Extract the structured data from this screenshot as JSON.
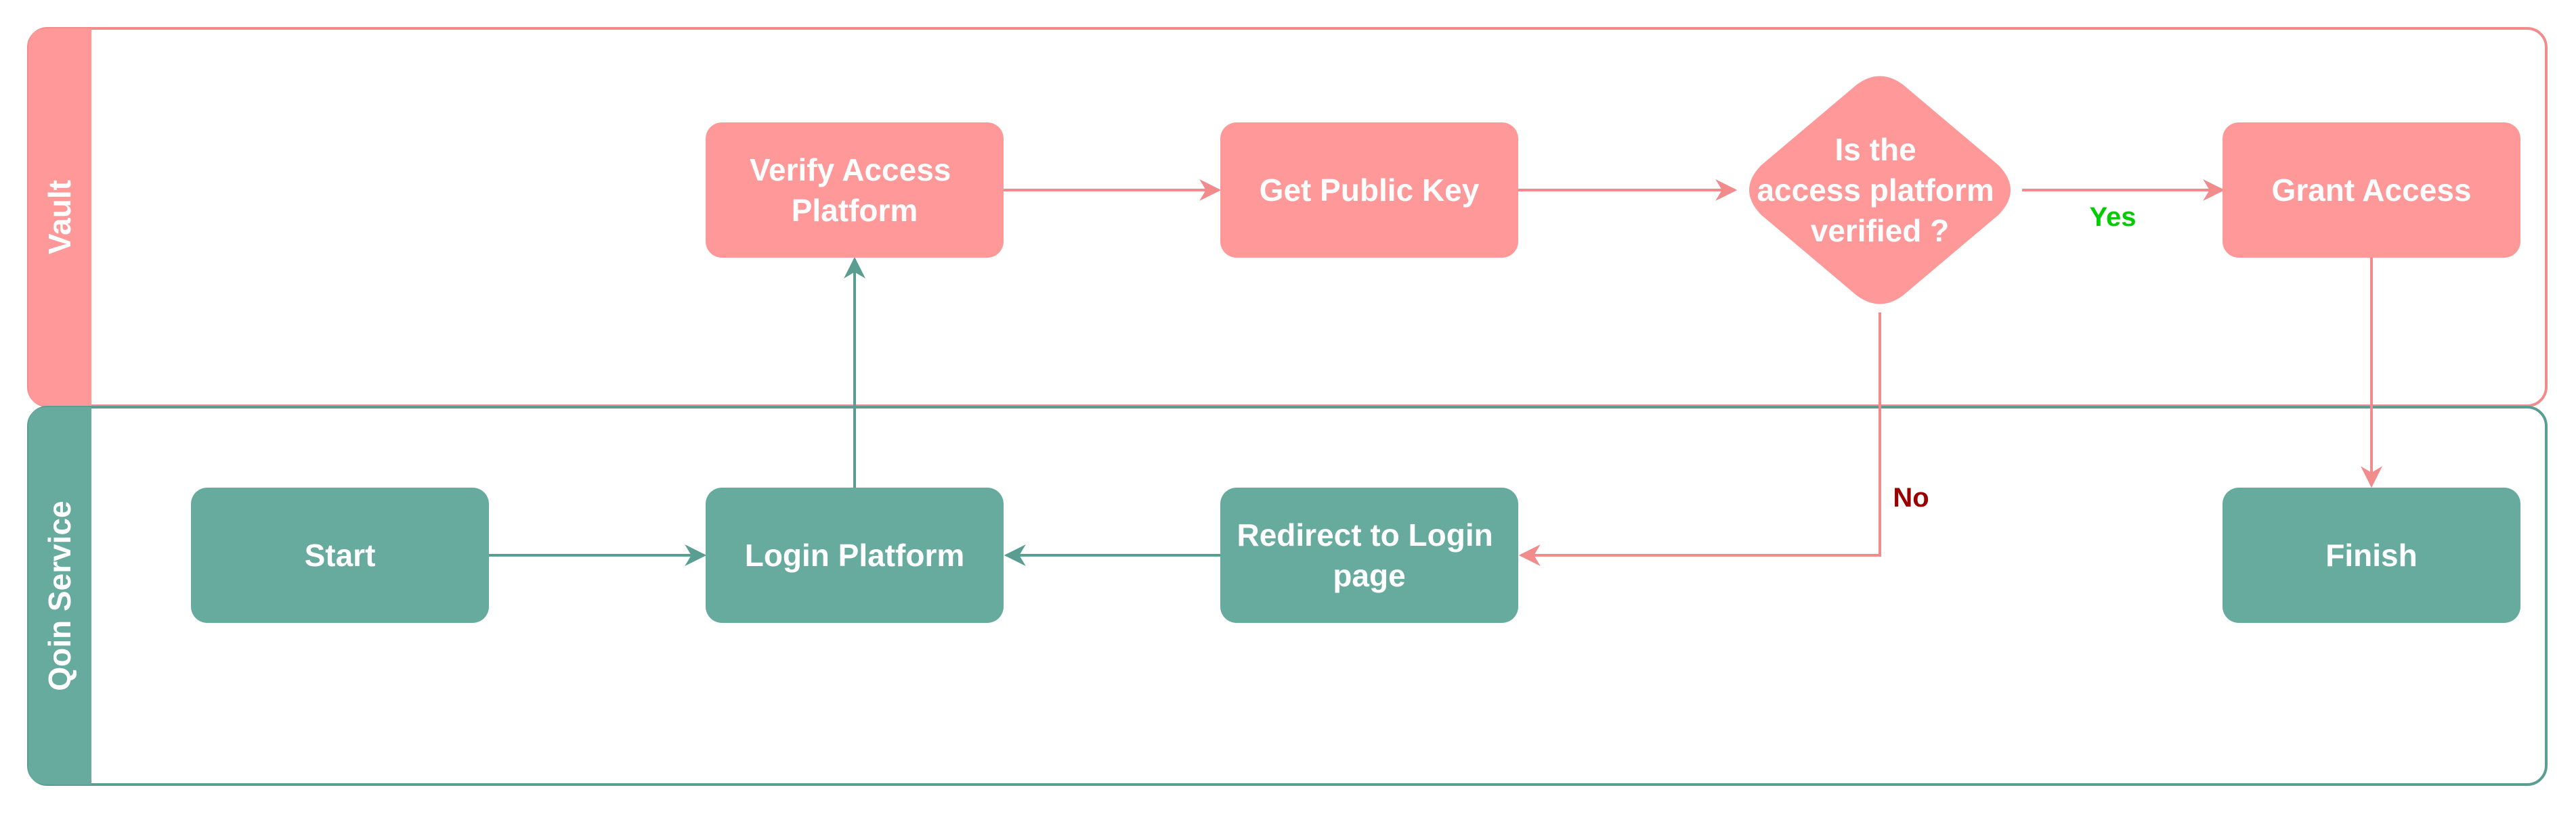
{
  "colors": {
    "vault_fill": "#ff9999",
    "vault_stroke": "#f28b8b",
    "qoin_fill": "#67ab9f",
    "qoin_stroke": "#5a9e91",
    "yes_label": "#00cc00",
    "no_label": "#990000"
  },
  "lanes": {
    "vault": {
      "label": "Vault"
    },
    "qoin": {
      "label": "Qoin Service"
    }
  },
  "nodes": {
    "verify": {
      "lines": [
        "Verify Access",
        "Platform"
      ]
    },
    "get_key": {
      "lines": [
        "Get Public Key"
      ]
    },
    "decision": {
      "lines": [
        "Is the",
        "access platform",
        "verified ?"
      ]
    },
    "grant": {
      "lines": [
        "Grant Access"
      ]
    },
    "start": {
      "lines": [
        "Start"
      ]
    },
    "login": {
      "lines": [
        "Login Platform"
      ]
    },
    "redirect": {
      "lines": [
        "Redirect to Login",
        "page"
      ]
    },
    "finish": {
      "lines": [
        "Finish"
      ]
    }
  },
  "edges": {
    "yes_label": "Yes",
    "no_label": "No"
  }
}
